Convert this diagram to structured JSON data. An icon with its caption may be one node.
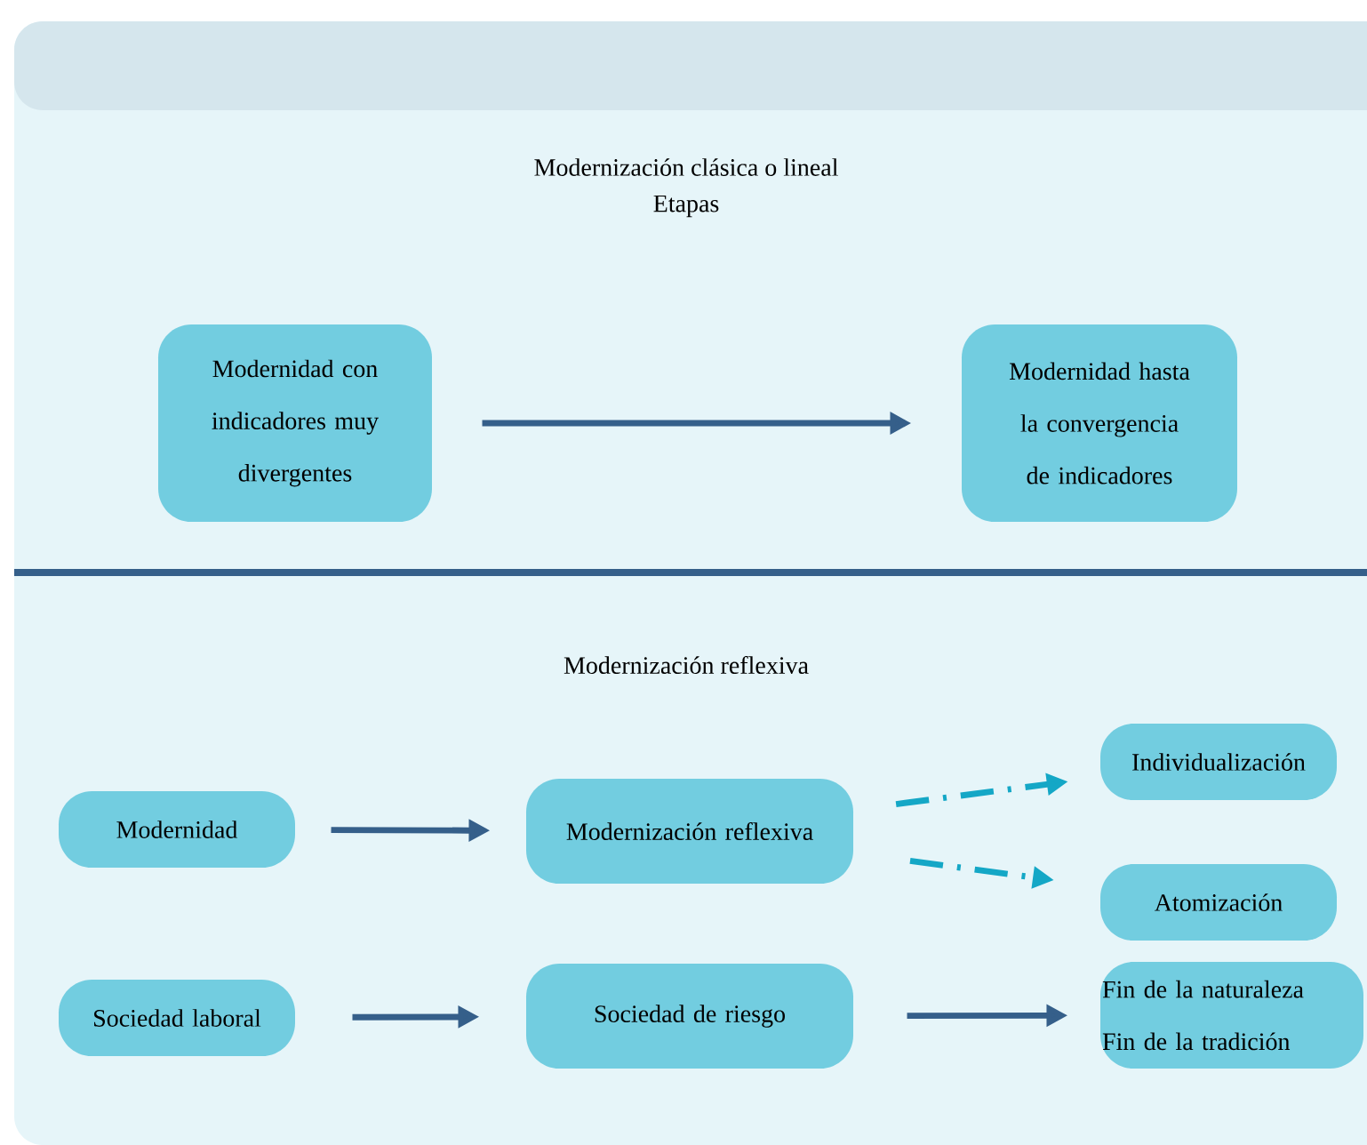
{
  "diagram": {
    "nodes": [
      {
        "text": [
          "Modernidad con indicadores muy divergentes"
        ]
      },
      {
        "text": [
          "Modernidad hasta la convergencia de indicadores"
        ]
      },
      {
        "text": [
          "Modernidad"
        ]
      },
      {
        "text": [
          "Modernización reflexiva"
        ]
      },
      {
        "text": [
          "Individualización"
        ]
      },
      {
        "text": [
          "Atomización"
        ]
      },
      {
        "text": [
          "Sociedad laboral"
        ]
      },
      {
        "text": [
          "Sociedad de riesgo"
        ]
      },
      {
        "text": [
          "Fin de la naturaleza",
          "Fin de la tradición"
        ]
      }
    ],
    "edges": [
      {
        "from": 0,
        "to": 1,
        "arrow": "to"
      },
      {
        "from": 2,
        "to": 3,
        "arrow": "to"
      },
      {
        "from": 3,
        "to": 4,
        "arrow": "to",
        "style": "dashed",
        "color": "#14a7c6"
      },
      {
        "from": 3,
        "to": 5,
        "arrow": "to",
        "style": "dashed",
        "color": "#14a7c6"
      },
      {
        "from": 6,
        "to": 7,
        "arrow": "to"
      },
      {
        "from": 7,
        "to": 8,
        "arrow": "to"
      }
    ],
    "labels": [
      "Modernización clásica o lineal",
      "Etapas",
      "Modernización reflexiva"
    ]
  }
}
